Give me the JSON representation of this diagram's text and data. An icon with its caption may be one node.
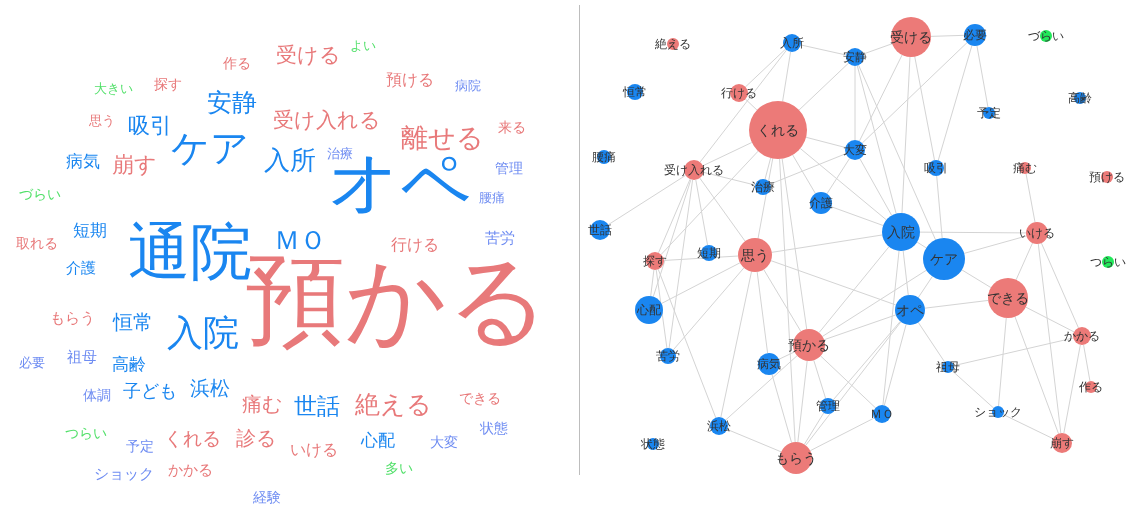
{
  "diagram": {
    "nodes": [
      {
        "text": [
          "絶える"
        ]
      },
      {
        "text": [
          "入所"
        ]
      },
      {
        "text": [
          "安静"
        ]
      },
      {
        "text": [
          "受ける"
        ]
      },
      {
        "text": [
          "必要"
        ]
      },
      {
        "text": [
          "づらい"
        ]
      },
      {
        "text": [
          "恒常"
        ]
      },
      {
        "text": [
          "行ける"
        ]
      },
      {
        "text": [
          "くれる"
        ]
      },
      {
        "text": [
          "大変"
        ]
      },
      {
        "text": [
          "吸引"
        ]
      },
      {
        "text": [
          "痛む"
        ]
      },
      {
        "text": [
          "預ける"
        ]
      },
      {
        "text": [
          "予定"
        ]
      },
      {
        "text": [
          "高齢"
        ]
      },
      {
        "text": [
          "腰痛"
        ]
      },
      {
        "text": [
          "受け入れる"
        ]
      },
      {
        "text": [
          "治療"
        ]
      },
      {
        "text": [
          "介護"
        ]
      },
      {
        "text": [
          "世話"
        ]
      },
      {
        "text": [
          "入院"
        ]
      },
      {
        "text": [
          "ケア"
        ]
      },
      {
        "text": [
          "いける"
        ]
      },
      {
        "text": [
          "つらい"
        ]
      },
      {
        "text": [
          "探す"
        ]
      },
      {
        "text": [
          "短期"
        ]
      },
      {
        "text": [
          "思う"
        ]
      },
      {
        "text": [
          "できる"
        ]
      },
      {
        "text": [
          "心配"
        ]
      },
      {
        "text": [
          "オペ"
        ]
      },
      {
        "text": [
          "かかる"
        ]
      },
      {
        "text": [
          "苦労"
        ]
      },
      {
        "text": [
          "病気"
        ]
      },
      {
        "text": [
          "預かる"
        ]
      },
      {
        "text": [
          "祖母"
        ]
      },
      {
        "text": [
          "作る"
        ]
      },
      {
        "text": [
          "管理"
        ]
      },
      {
        "text": [
          "ＭＯ"
        ]
      },
      {
        "text": [
          "ショック"
        ]
      },
      {
        "text": [
          "浜松"
        ]
      },
      {
        "text": [
          "状態"
        ]
      },
      {
        "text": [
          "もらう"
        ]
      },
      {
        "text": [
          "崩す"
        ]
      }
    ],
    "edges": [
      {
        "from": 8,
        "to": 7,
        "arrow": "none"
      },
      {
        "from": 8,
        "to": 16,
        "arrow": "none"
      },
      {
        "from": 8,
        "to": 17,
        "arrow": "none"
      },
      {
        "from": 8,
        "to": 18,
        "arrow": "none"
      },
      {
        "from": 8,
        "to": 26,
        "arrow": "none"
      },
      {
        "from": 8,
        "to": 20,
        "arrow": "none"
      },
      {
        "from": 8,
        "to": 2,
        "arrow": "none"
      },
      {
        "from": 8,
        "to": 1,
        "arrow": "none"
      },
      {
        "from": 8,
        "to": 9,
        "arrow": "none"
      },
      {
        "from": 8,
        "to": 33,
        "arrow": "none"
      },
      {
        "from": 8,
        "to": 24,
        "arrow": "none"
      },
      {
        "from": 8,
        "to": 41,
        "arrow": "none"
      },
      {
        "from": 3,
        "to": 4,
        "arrow": "none"
      },
      {
        "from": 3,
        "to": 2,
        "arrow": "none"
      },
      {
        "from": 3,
        "to": 10,
        "arrow": "none"
      },
      {
        "from": 3,
        "to": 20,
        "arrow": "none"
      },
      {
        "from": 3,
        "to": 9,
        "arrow": "none"
      },
      {
        "from": 4,
        "to": 13,
        "arrow": "none"
      },
      {
        "from": 4,
        "to": 10,
        "arrow": "none"
      },
      {
        "from": 4,
        "to": 9,
        "arrow": "none"
      },
      {
        "from": 1,
        "to": 16,
        "arrow": "none"
      },
      {
        "from": 1,
        "to": 7,
        "arrow": "none"
      },
      {
        "from": 1,
        "to": 2,
        "arrow": "none"
      },
      {
        "from": 2,
        "to": 20,
        "arrow": "none"
      },
      {
        "from": 2,
        "to": 21,
        "arrow": "none"
      },
      {
        "from": 2,
        "to": 9,
        "arrow": "none"
      },
      {
        "from": 16,
        "to": 19,
        "arrow": "none"
      },
      {
        "from": 16,
        "to": 24,
        "arrow": "none"
      },
      {
        "from": 16,
        "to": 25,
        "arrow": "none"
      },
      {
        "from": 16,
        "to": 26,
        "arrow": "none"
      },
      {
        "from": 16,
        "to": 28,
        "arrow": "none"
      },
      {
        "from": 16,
        "to": 31,
        "arrow": "none"
      },
      {
        "from": 16,
        "to": 17,
        "arrow": "none"
      },
      {
        "from": 20,
        "to": 21,
        "arrow": "none"
      },
      {
        "from": 20,
        "to": 29,
        "arrow": "none"
      },
      {
        "from": 20,
        "to": 26,
        "arrow": "none"
      },
      {
        "from": 20,
        "to": 18,
        "arrow": "none"
      },
      {
        "from": 20,
        "to": 22,
        "arrow": "none"
      },
      {
        "from": 20,
        "to": 33,
        "arrow": "none"
      },
      {
        "from": 20,
        "to": 37,
        "arrow": "none"
      },
      {
        "from": 21,
        "to": 22,
        "arrow": "none"
      },
      {
        "from": 21,
        "to": 27,
        "arrow": "none"
      },
      {
        "from": 21,
        "to": 29,
        "arrow": "none"
      },
      {
        "from": 21,
        "to": 33,
        "arrow": "none"
      },
      {
        "from": 21,
        "to": 10,
        "arrow": "none"
      },
      {
        "from": 22,
        "to": 27,
        "arrow": "none"
      },
      {
        "from": 22,
        "to": 30,
        "arrow": "none"
      },
      {
        "from": 22,
        "to": 42,
        "arrow": "none"
      },
      {
        "from": 22,
        "to": 11,
        "arrow": "none"
      },
      {
        "from": 27,
        "to": 30,
        "arrow": "none"
      },
      {
        "from": 27,
        "to": 29,
        "arrow": "none"
      },
      {
        "from": 27,
        "to": 42,
        "arrow": "none"
      },
      {
        "from": 27,
        "to": 38,
        "arrow": "none"
      },
      {
        "from": 29,
        "to": 33,
        "arrow": "none"
      },
      {
        "from": 29,
        "to": 37,
        "arrow": "none"
      },
      {
        "from": 29,
        "to": 36,
        "arrow": "none"
      },
      {
        "from": 29,
        "to": 34,
        "arrow": "none"
      },
      {
        "from": 29,
        "to": 41,
        "arrow": "none"
      },
      {
        "from": 29,
        "to": 26,
        "arrow": "none"
      },
      {
        "from": 26,
        "to": 24,
        "arrow": "none"
      },
      {
        "from": 26,
        "to": 28,
        "arrow": "none"
      },
      {
        "from": 26,
        "to": 33,
        "arrow": "none"
      },
      {
        "from": 26,
        "to": 32,
        "arrow": "none"
      },
      {
        "from": 26,
        "to": 31,
        "arrow": "none"
      },
      {
        "from": 26,
        "to": 39,
        "arrow": "none"
      },
      {
        "from": 33,
        "to": 41,
        "arrow": "none"
      },
      {
        "from": 33,
        "to": 36,
        "arrow": "none"
      },
      {
        "from": 33,
        "to": 37,
        "arrow": "none"
      },
      {
        "from": 33,
        "to": 39,
        "arrow": "none"
      },
      {
        "from": 33,
        "to": 32,
        "arrow": "none"
      },
      {
        "from": 24,
        "to": 28,
        "arrow": "none"
      },
      {
        "from": 24,
        "to": 31,
        "arrow": "none"
      },
      {
        "from": 24,
        "to": 39,
        "arrow": "none"
      },
      {
        "from": 41,
        "to": 39,
        "arrow": "none"
      },
      {
        "from": 41,
        "to": 36,
        "arrow": "none"
      },
      {
        "from": 41,
        "to": 37,
        "arrow": "none"
      },
      {
        "from": 41,
        "to": 32,
        "arrow": "none"
      },
      {
        "from": 30,
        "to": 35,
        "arrow": "none"
      },
      {
        "from": 30,
        "to": 42,
        "arrow": "none"
      },
      {
        "from": 30,
        "to": 34,
        "arrow": "none"
      },
      {
        "from": 38,
        "to": 42,
        "arrow": "none"
      },
      {
        "from": 34,
        "to": 38,
        "arrow": "none"
      },
      {
        "from": 9,
        "to": 18,
        "arrow": "none"
      },
      {
        "from": 9,
        "to": 20,
        "arrow": "none"
      },
      {
        "from": 9,
        "to": 17,
        "arrow": "none"
      }
    ],
    "labels": [
      "よい",
      "受ける",
      "作る",
      "預ける",
      "探す",
      "大きい",
      "病院",
      "安静",
      "思う",
      "吸引",
      "受け入れる",
      "来る",
      "離せる",
      "ケア",
      "治療",
      "病気",
      "崩す",
      "入所",
      "管理",
      "オペ",
      "腰痛",
      "づらい",
      "短期",
      "ＭＯ",
      "苦労",
      "取れる",
      "行ける",
      "通院",
      "介護",
      "預かる",
      "もらう",
      "恒常",
      "入院",
      "祖母",
      "必要",
      "高齢",
      "子ども",
      "浜松",
      "体調",
      "痛む",
      "世話",
      "絶える",
      "できる",
      "状態",
      "つらい",
      "くれる",
      "診る",
      "心配",
      "大変",
      "予定",
      "いける",
      "多い",
      "ショック",
      "かかる",
      "経験"
    ]
  }
}
